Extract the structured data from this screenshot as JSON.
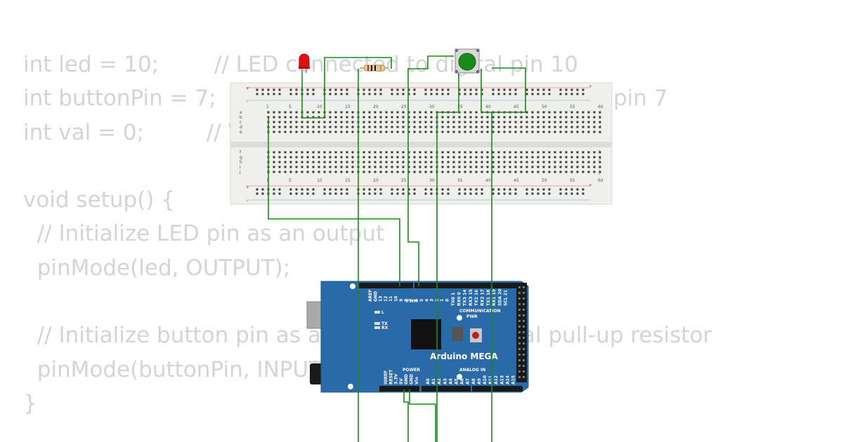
{
  "code_lines": [
    "int led = 10;        // LED connected to digital pin 10",
    "int buttonPin = 7;   // Pushbutton connected to digital pin 7",
    "int val = 0;         // Variable to store the read value",
    "",
    "void setup() {",
    "  // Initialize LED pin as an output",
    "  pinMode(led, OUTPUT);",
    "",
    "  // Initialize button pin as an input with internal pull-up resistor",
    "  pinMode(buttonPin, INPUT_PULLUP);",
    "}"
  ],
  "breadboard": {
    "column_numbers": [
      "1",
      "5",
      "10",
      "15",
      "20",
      "25",
      "30",
      "35",
      "40",
      "45",
      "50",
      "55",
      "60"
    ],
    "row_letters_top": [
      "a",
      "b",
      "c",
      "d",
      "e"
    ],
    "row_letters_bottom": [
      "f",
      "g",
      "h",
      "i",
      "j"
    ],
    "rail_plus": "+",
    "rail_minus": "-"
  },
  "arduino": {
    "name": "Arduino MEGA",
    "header_pwm": "PWM",
    "header_communication": "COMMUNICATION",
    "header_power": "POWER",
    "header_analog": "ANALOG IN",
    "led_l": "L",
    "led_tx": "TX",
    "led_rx": "RX",
    "pwr": "PWR",
    "top_pins": [
      "AREF",
      "GND",
      "13",
      "12",
      "11",
      "10",
      "9",
      "8",
      "7",
      "6",
      "5",
      "4",
      "3",
      "2",
      "1",
      "0"
    ],
    "comm_pins": [
      "TX0 1",
      "RX0 0",
      "TX3 14",
      "RX3 15",
      "TX2 16",
      "RX2 17",
      "TX1 18",
      "RX1 19",
      "SDA 20",
      "SCL 21"
    ],
    "power_pins": [
      "IOREF",
      "RESET",
      "3.3V",
      "5V",
      "GND",
      "GND",
      "Vin"
    ],
    "analog_pins": [
      "A0",
      "A1",
      "A2",
      "A3",
      "A4",
      "A5",
      "A6",
      "A7",
      "A8",
      "A9",
      "A10",
      "A11",
      "A12",
      "A13",
      "A14",
      "A15"
    ]
  },
  "colors": {
    "wire": "#1a8a1a",
    "board": "#2a6aa8",
    "breadboard": "#f0f0ec",
    "code_text": "#d4d4d4",
    "led": "#e01010",
    "button_cap": "#1a8a1a"
  }
}
